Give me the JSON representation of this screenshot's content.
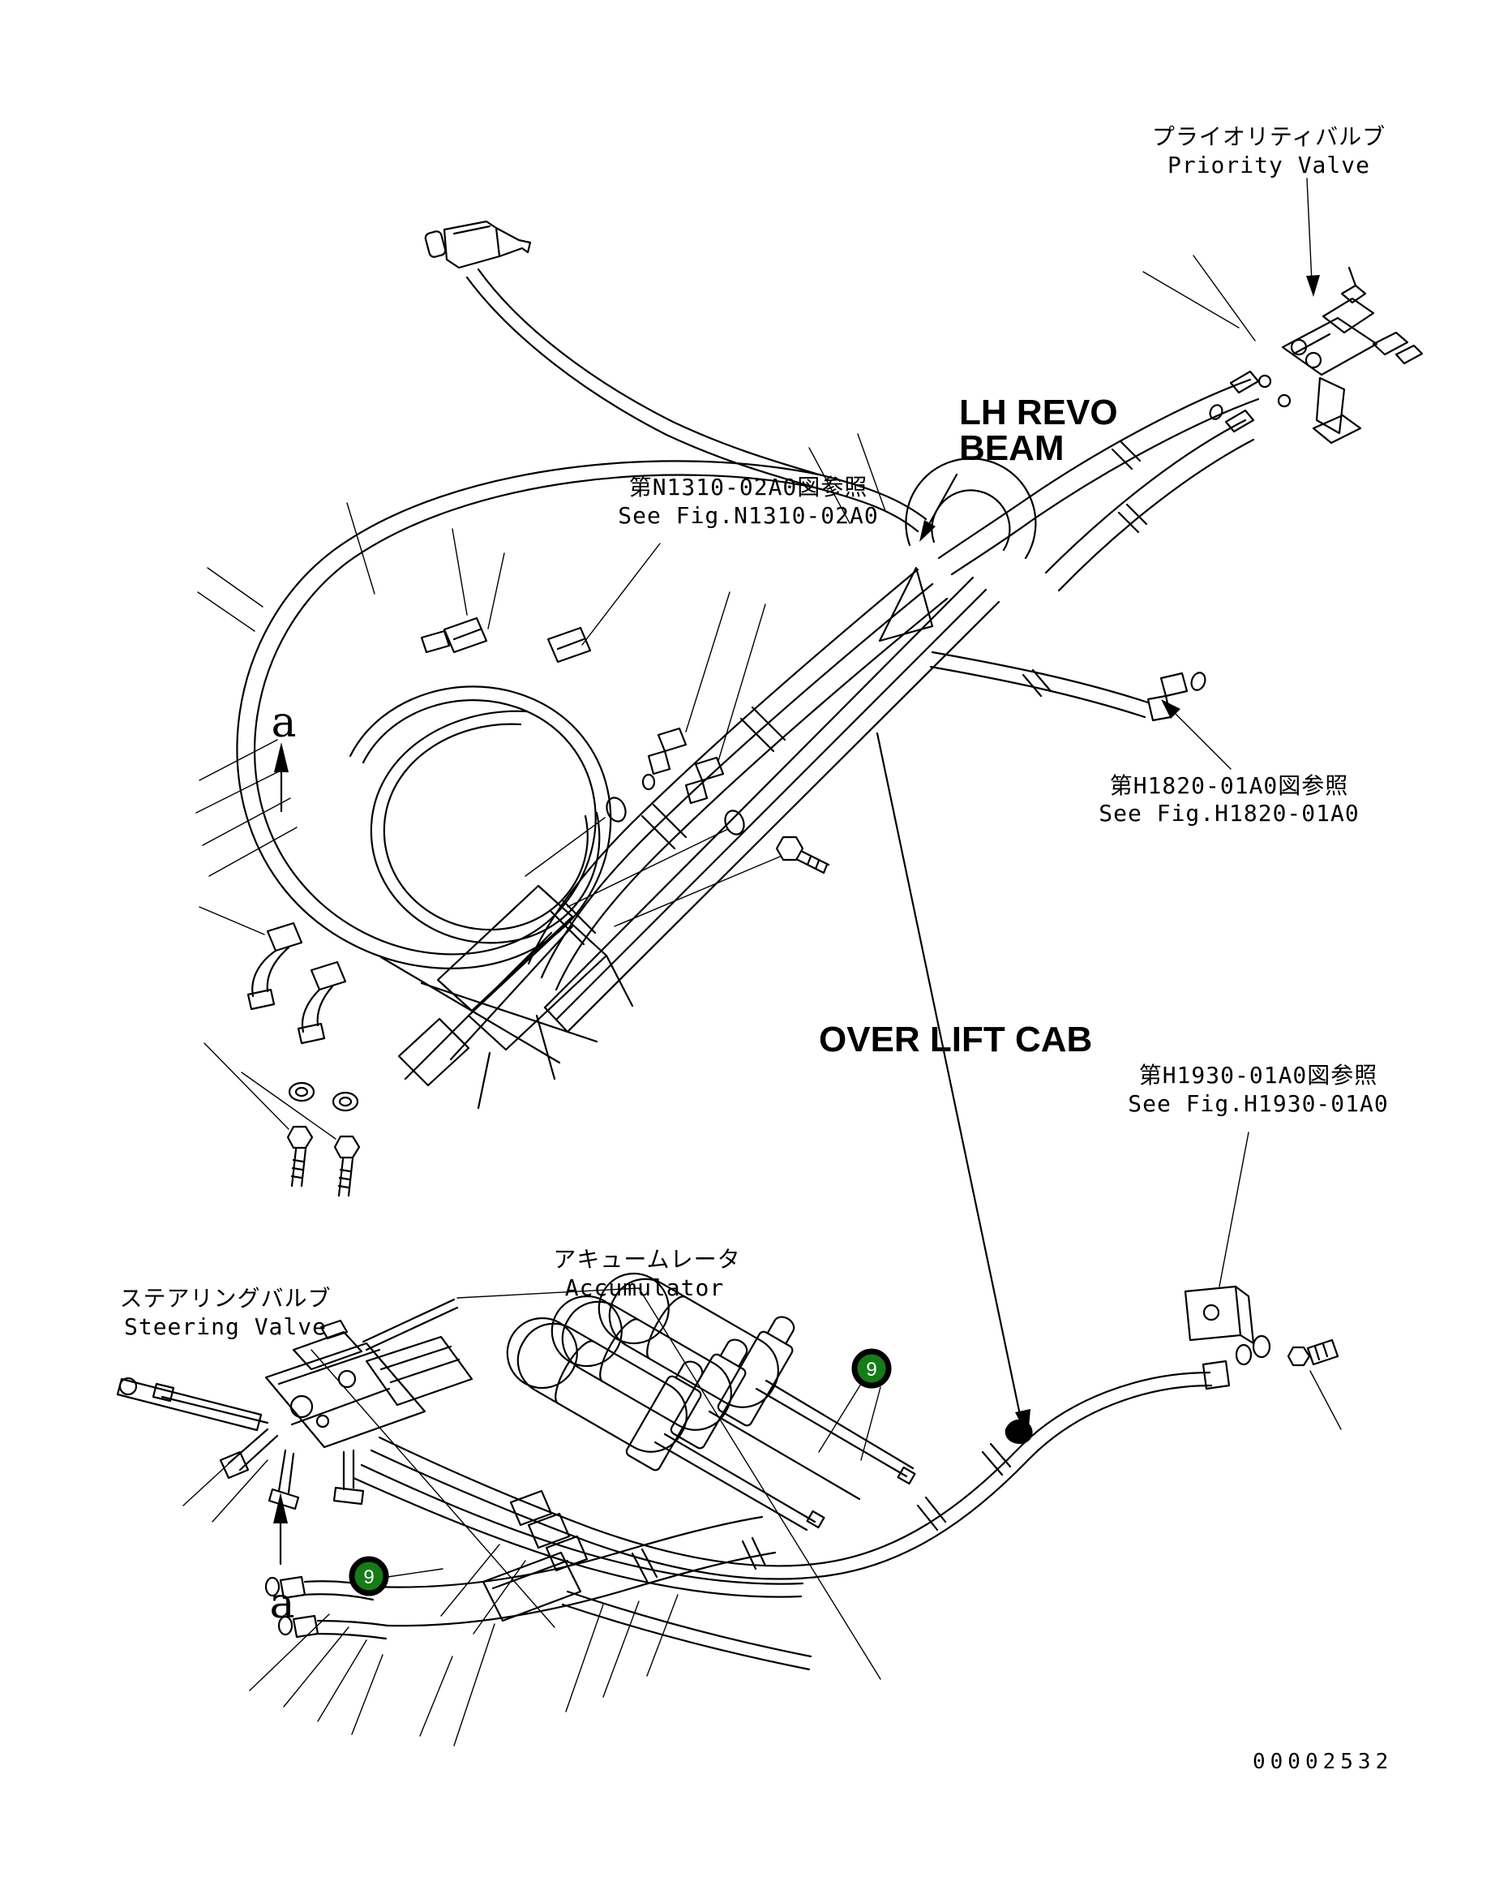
{
  "page": {
    "background": "#ffffff",
    "line_color": "#000000"
  },
  "labels": {
    "priority_valve": {
      "jp": "プライオリティバルブ",
      "en": "Priority Valve"
    },
    "lh_revo_beam": {
      "line1": "LH REVO",
      "line2": "BEAM"
    },
    "ref_n1310": {
      "jp": "第N1310-02A0図参照",
      "en": "See Fig.N1310-02A0"
    },
    "ref_h1820": {
      "jp": "第H1820-01A0図参照",
      "en": "See Fig.H1820-01A0"
    },
    "over_lift_cab": "OVER LIFT CAB",
    "ref_h1930": {
      "jp": "第H1930-01A0図参照",
      "en": "See Fig.H1930-01A0"
    },
    "accumulator": {
      "jp": "アキュームレータ",
      "en": "Accumulator"
    },
    "steering_valve": {
      "jp": "ステアリングバルブ",
      "en": "Steering Valve"
    },
    "view_a": "a",
    "drawing_number": "00002532"
  },
  "callouts": {
    "part9": "9",
    "green": "#167c16",
    "text_color": "#ffffff"
  }
}
